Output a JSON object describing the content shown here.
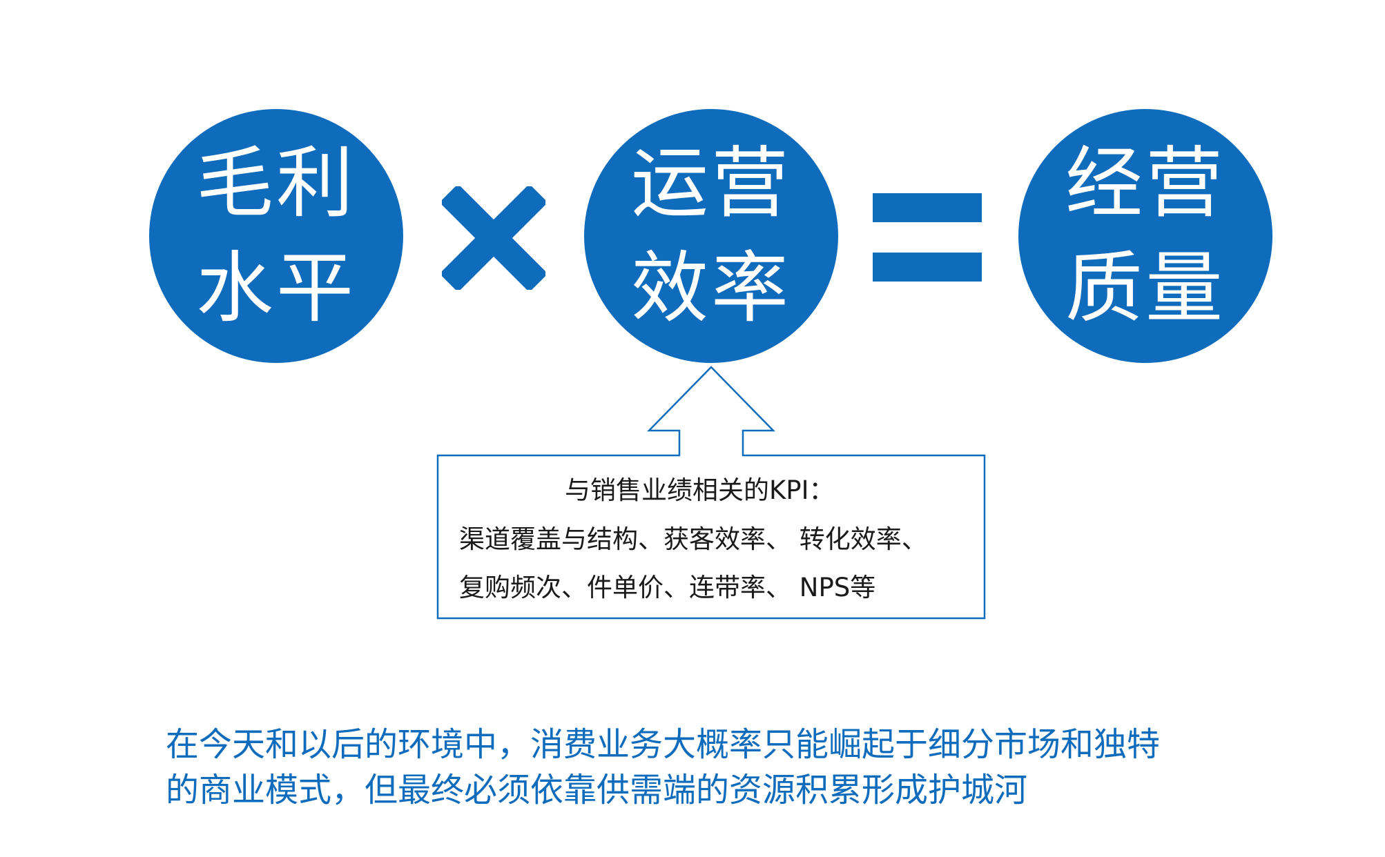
{
  "equation": {
    "left_term": {
      "line1": "毛利",
      "line2": "水平"
    },
    "operator_1": "multiply",
    "middle_term": {
      "line1": "运营",
      "line2": "效率"
    },
    "operator_2": "equals",
    "result_term": {
      "line1": "经营",
      "line2": "质量"
    }
  },
  "callout": {
    "title": "与销售业绩相关的KPI：",
    "line1": "渠道覆盖与结构、获客效率、 转化效率、",
    "line2": "复购频次、件单价、连带率、 NPS等"
  },
  "footer": {
    "line1": "在今天和以后的环境中，消费业务大概率只能崛起于细分市场和独特",
    "line2": "的商业模式，但最终必须依靠供需端的资源积累形成护城河"
  },
  "colors": {
    "accent": "#0f6cbd",
    "text_dark": "#1a1a1a",
    "background": "#ffffff"
  },
  "icons": {
    "operator_1": "multiply-icon",
    "operator_2": "equals-icon",
    "callout_arrow": "up-arrow-icon"
  }
}
